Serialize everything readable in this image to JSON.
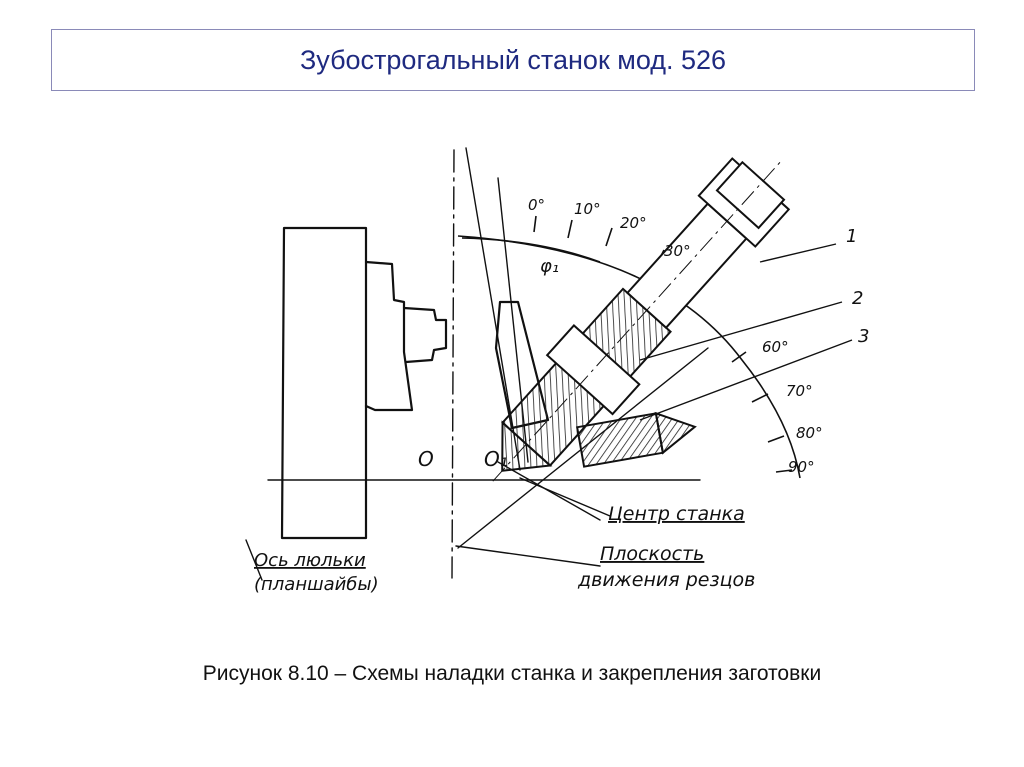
{
  "slide": {
    "title": "Зубострогальный станок мод. 526",
    "caption": "Рисунок 8.10 – Схемы наладки станка и закрепления заготовки"
  },
  "diagram": {
    "scale_labels": [
      "0°",
      "10°",
      "20°",
      "30°",
      "60°",
      "70°",
      "80°",
      "90°"
    ],
    "angle_label": "φ₁",
    "callouts": [
      "1",
      "2",
      "3"
    ],
    "point_o": "O",
    "point_o1": "O₁",
    "machine_center": "Центр станка",
    "plane_label_line1": "Плоскость",
    "plane_label_line2": "движения резцов",
    "axis_label_line1": "Ось люльки",
    "axis_label_line2": "(планшайбы)"
  }
}
